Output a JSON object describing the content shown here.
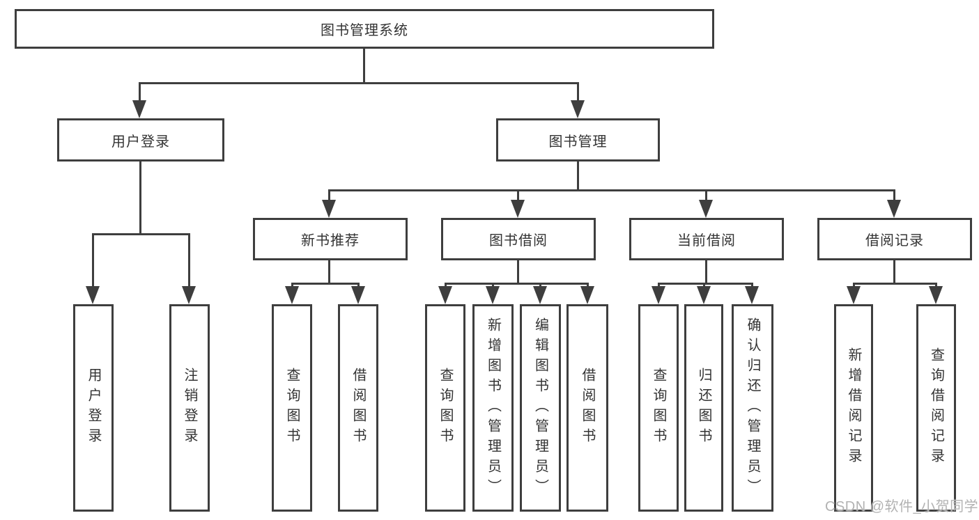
{
  "diagram": {
    "title": "图书管理系统",
    "watermark": "CSDN @软件_小贺同学",
    "line_color": "#3e3e3e",
    "nodes": {
      "root": {
        "label": "图书管理系统"
      },
      "login": {
        "label": "用户登录"
      },
      "book_mgmt": {
        "label": "图书管理"
      },
      "new_book": {
        "label": "新书推荐"
      },
      "book_borrow": {
        "label": "图书借阅"
      },
      "current_borrow": {
        "label": "当前借阅"
      },
      "borrow_record": {
        "label": "借阅记录"
      },
      "user_login": {
        "label": "用户登录"
      },
      "logout": {
        "label": "注销登录"
      },
      "nb_query": {
        "label": "查询图书"
      },
      "nb_borrow": {
        "label": "借阅图书"
      },
      "bb_query": {
        "label": "查询图书"
      },
      "bb_add": {
        "label": "新增图书（管理员）"
      },
      "bb_edit": {
        "label": "编辑图书（管理员）"
      },
      "bb_borrow": {
        "label": "借阅图书"
      },
      "cb_query": {
        "label": "查询图书"
      },
      "cb_return": {
        "label": "归还图书"
      },
      "cb_confirm": {
        "label": "确认归还（管理员）"
      },
      "br_add": {
        "label": "新增借阅记录"
      },
      "br_query": {
        "label": "查询借阅记录"
      }
    },
    "edges": [
      [
        "root",
        "login"
      ],
      [
        "root",
        "book_mgmt"
      ],
      [
        "login",
        "user_login"
      ],
      [
        "login",
        "logout"
      ],
      [
        "book_mgmt",
        "new_book"
      ],
      [
        "book_mgmt",
        "book_borrow"
      ],
      [
        "book_mgmt",
        "current_borrow"
      ],
      [
        "book_mgmt",
        "borrow_record"
      ],
      [
        "new_book",
        "nb_query"
      ],
      [
        "new_book",
        "nb_borrow"
      ],
      [
        "book_borrow",
        "bb_query"
      ],
      [
        "book_borrow",
        "bb_add"
      ],
      [
        "book_borrow",
        "bb_edit"
      ],
      [
        "book_borrow",
        "bb_borrow"
      ],
      [
        "current_borrow",
        "cb_query"
      ],
      [
        "current_borrow",
        "cb_return"
      ],
      [
        "current_borrow",
        "cb_confirm"
      ],
      [
        "borrow_record",
        "br_add"
      ],
      [
        "borrow_record",
        "br_query"
      ]
    ]
  }
}
